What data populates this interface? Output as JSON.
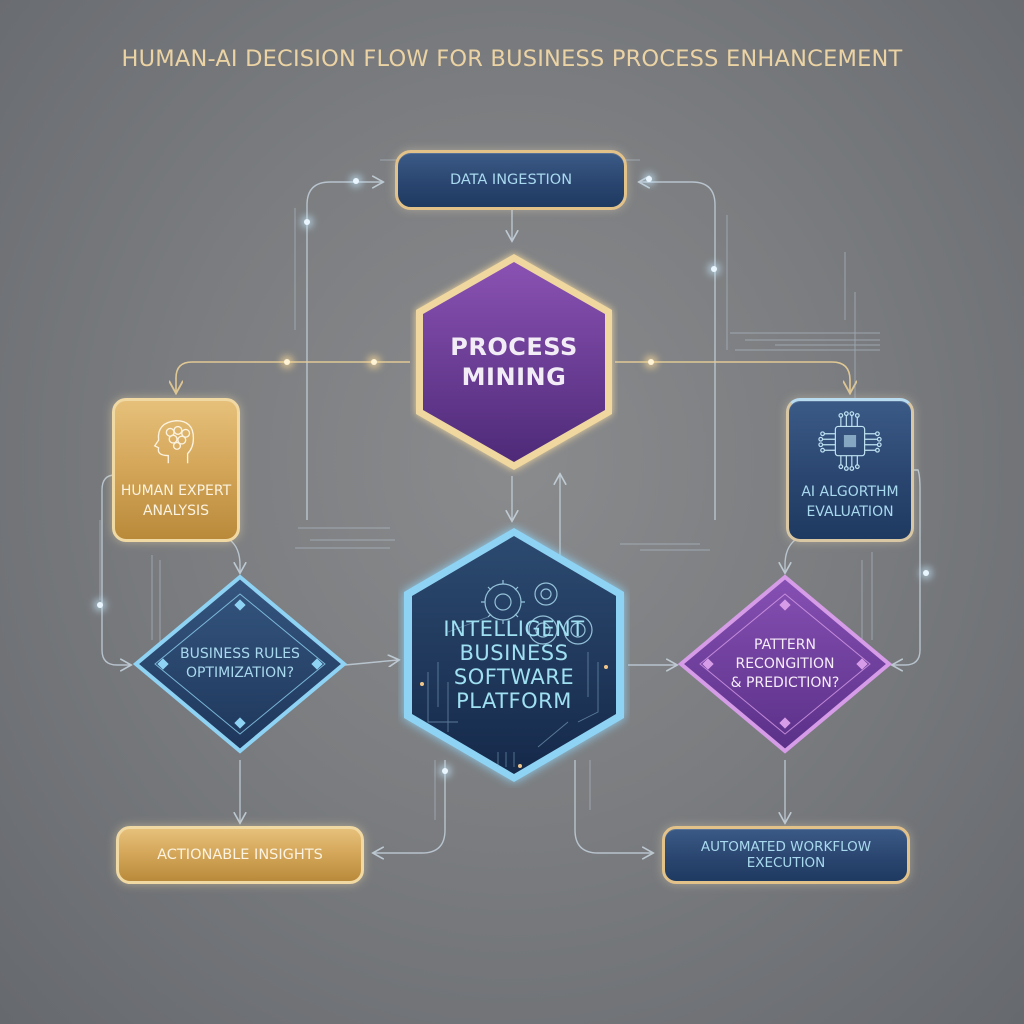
{
  "title": "HUMAN-AI DECISION FLOW FOR BUSINESS PROCESS ENHANCEMENT",
  "colors": {
    "background": "#7b7d80",
    "title": "#ecd3a4",
    "navy": "#2a4670",
    "gold": "#d3a558",
    "purple": "#6a3d96",
    "cyan_glow": "#8fd3f4",
    "gold_border": "#e3c28a"
  },
  "nodes": {
    "data_ingestion": {
      "label": "DATA INGESTION",
      "shape": "rounded-rectangle",
      "style": "navy"
    },
    "process_mining": {
      "line1": "PROCESS",
      "line2": "MINING",
      "shape": "hexagon",
      "style": "purple"
    },
    "human_expert": {
      "line1": "HUMAN EXPERT",
      "line2": "ANALYSIS",
      "icon": "brain-head-icon",
      "shape": "rounded-square",
      "style": "gold"
    },
    "ai_algorithm": {
      "line1": "AI ALGORTHM",
      "line2": "EVALUATION",
      "icon": "chip-icon",
      "shape": "rounded-square",
      "style": "navy"
    },
    "business_rules": {
      "line1": "BUSINESS RULES",
      "line2": "OPTIMIZATION?",
      "shape": "diamond",
      "style": "navy"
    },
    "platform": {
      "line1": "INTELLIGENT",
      "line2": "BUSINESS",
      "line3": "SOFTWARE",
      "line4": "PLATFORM",
      "icon": "gears-icon",
      "shape": "hexagon",
      "style": "navy-glow"
    },
    "pattern_recognition": {
      "line1": "PATTERN",
      "line2": "RECONGITION",
      "line3": "& PREDICTION?",
      "shape": "diamond",
      "style": "purple"
    },
    "actionable_insights": {
      "label": "ACTIONABLE INSIGHTS",
      "shape": "rounded-rectangle",
      "style": "gold"
    },
    "automated_workflow": {
      "label": "AUTOMATED WORKFLOW EXECUTION",
      "shape": "rounded-rectangle",
      "style": "navy"
    }
  },
  "edges": [
    {
      "from": "data_ingestion",
      "to": "process_mining"
    },
    {
      "from": "process_mining",
      "to": "human_expert"
    },
    {
      "from": "process_mining",
      "to": "ai_algorithm"
    },
    {
      "from": "process_mining",
      "to": "platform"
    },
    {
      "from": "human_expert",
      "to": "business_rules"
    },
    {
      "from": "ai_algorithm",
      "to": "pattern_recognition"
    },
    {
      "from": "business_rules",
      "to": "platform"
    },
    {
      "from": "platform",
      "to": "pattern_recognition"
    },
    {
      "from": "business_rules",
      "to": "actionable_insights"
    },
    {
      "from": "pattern_recognition",
      "to": "automated_workflow"
    },
    {
      "from": "platform",
      "to": "actionable_insights"
    },
    {
      "from": "platform",
      "to": "automated_workflow"
    },
    {
      "from": "platform",
      "to": "process_mining"
    },
    {
      "from": "human_expert",
      "to": "data_ingestion"
    },
    {
      "from": "ai_algorithm",
      "to": "data_ingestion"
    }
  ]
}
